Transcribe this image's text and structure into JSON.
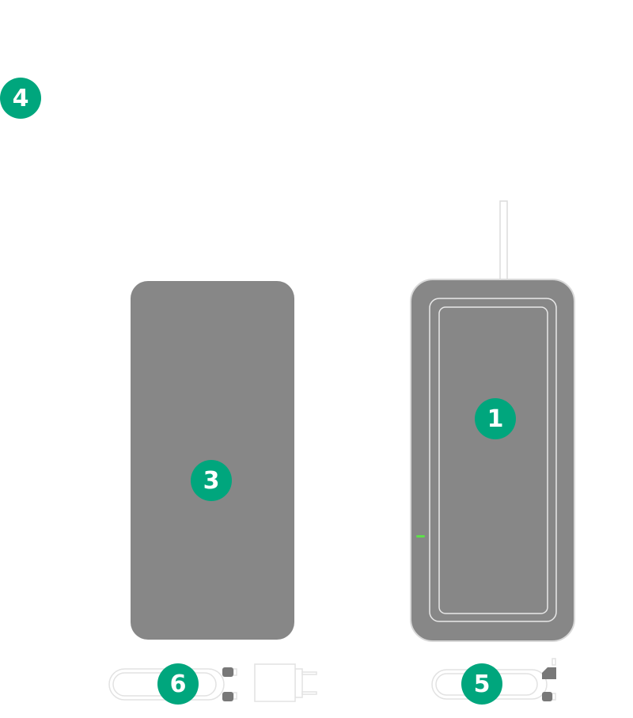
{
  "colors": {
    "badge": "#00a67d",
    "device": "#878787",
    "outline": "#e2e2e2",
    "led": "#5de04a"
  },
  "callouts": [
    {
      "label": "1",
      "target": "wireless-charging-pad"
    },
    {
      "label": "3",
      "target": "phone"
    },
    {
      "label": "4",
      "target": "overview"
    },
    {
      "label": "5",
      "target": "charging-cable-angled"
    },
    {
      "label": "6",
      "target": "cable-and-power-adapter"
    }
  ]
}
